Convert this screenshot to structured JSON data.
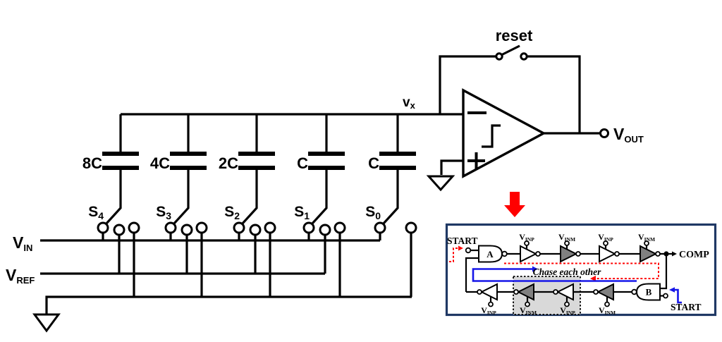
{
  "main_circuit": {
    "reset_label": "reset",
    "vx": {
      "main": "v",
      "sub": "x"
    },
    "vout": {
      "main": "V",
      "sub": "OUT"
    },
    "vin": {
      "main": "V",
      "sub": "IN"
    },
    "vref": {
      "main": "V",
      "sub": "REF"
    },
    "branches": [
      {
        "cap_label": "8C",
        "switch": {
          "main": "S",
          "sub": "4"
        }
      },
      {
        "cap_label": "4C",
        "switch": {
          "main": "S",
          "sub": "3"
        }
      },
      {
        "cap_label": "2C",
        "switch": {
          "main": "S",
          "sub": "2"
        }
      },
      {
        "cap_label": "C",
        "switch": {
          "main": "S",
          "sub": "1"
        }
      },
      {
        "cap_label": "C",
        "switch": {
          "main": "S",
          "sub": "0"
        }
      }
    ]
  },
  "inset": {
    "start_top": "START",
    "start_bottom": "START",
    "comp": "COMP",
    "gate_a": "A",
    "gate_b": "B",
    "chase_text": "Chase each other",
    "top_row_labels": [
      {
        "main": "V",
        "sub": "INP"
      },
      {
        "main": "V",
        "sub": "INM"
      },
      {
        "main": "V",
        "sub": "INP"
      },
      {
        "main": "V",
        "sub": "INM"
      }
    ],
    "bottom_row_labels": [
      {
        "main": "V",
        "sub": "INP"
      },
      {
        "main": "V",
        "sub": "INM"
      },
      {
        "main": "V",
        "sub": "INP"
      },
      {
        "main": "V",
        "sub": "INM"
      }
    ]
  },
  "colors": {
    "wire": "#000000",
    "accent_red": "#ff0000",
    "accent_blue": "#1616e8",
    "inset_border": "#1f3864",
    "inverter_gray": "#808080",
    "shaded_box_gray": "#d9d9d9"
  }
}
